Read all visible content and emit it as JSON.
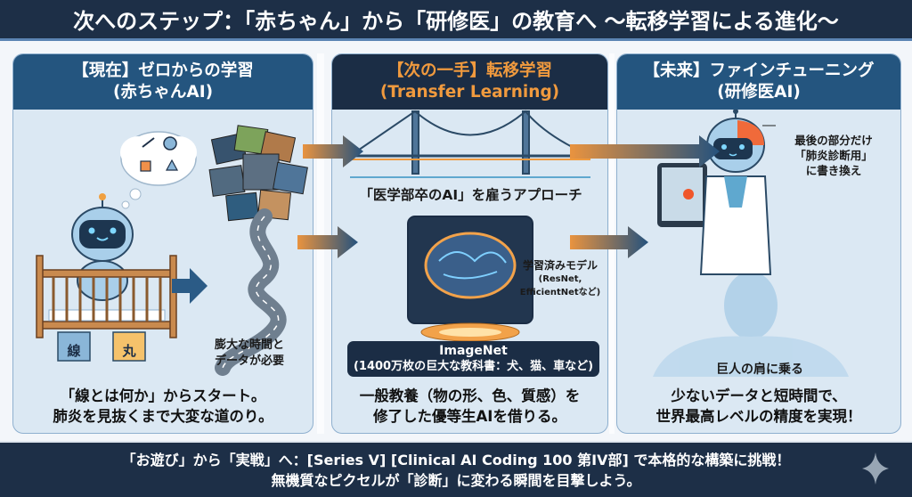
{
  "title": "次へのステップ：「赤ちゃん」から「研修医」の教育へ 〜転移学習による進化〜",
  "panels": [
    {
      "heading_line1": "【現在】ゼロからの学習",
      "heading_line2": "(赤ちゃんAI)",
      "annotations": {
        "road_caption_line1": "膨大な時間と",
        "road_caption_line2": "データが必要",
        "block_left": "線",
        "block_right": "丸"
      },
      "footer_line1": "「線とは何か」からスタート。",
      "footer_line2": "肺炎を見抜くまで大変な道のり。"
    },
    {
      "heading_line1": "【次の一手】転移学習",
      "heading_line2": "(Transfer Learning)",
      "annotations": {
        "bridge_caption": "「医学部卒のAI」を雇うアプローチ",
        "model_label_line1": "学習済みモデル",
        "model_label_line2": "(ResNet,",
        "model_label_line3": "EfficientNetなど)",
        "dataset_name": "ImageNet",
        "dataset_desc": "(1400万枚の巨大な教科書：犬、猫、車など)"
      },
      "footer_line1": "一般教養（物の形、色、質感）を",
      "footer_line2": "修了した優等生AIを借りる。"
    },
    {
      "heading_line1": "【未来】ファインチューニング",
      "heading_line2": "(研修医AI)",
      "annotations": {
        "head_note_line1": "最後の部分だけ",
        "head_note_line2": "「肺炎診断用」",
        "head_note_line3": "に書き換え",
        "giant_caption": "巨人の肩に乗る"
      },
      "footer_line1": "少ないデータと短時間で、",
      "footer_line2": "世界最高レベルの精度を実現！"
    }
  ],
  "bottom_banner": {
    "line1": "「お遊び」から「実戦」へ：[Series V] [Clinical AI Coding 100 第IV部] で本格的な構築に挑戦！",
    "line2": "無機質なピクセルが「診断」に変わる瞬間を目撃しよう。"
  },
  "colors": {
    "navy": "#1d2f47",
    "panel_head_blue": "#24557f",
    "accent_orange": "#f09a3e",
    "panel_bg": "#dbe8f3"
  }
}
